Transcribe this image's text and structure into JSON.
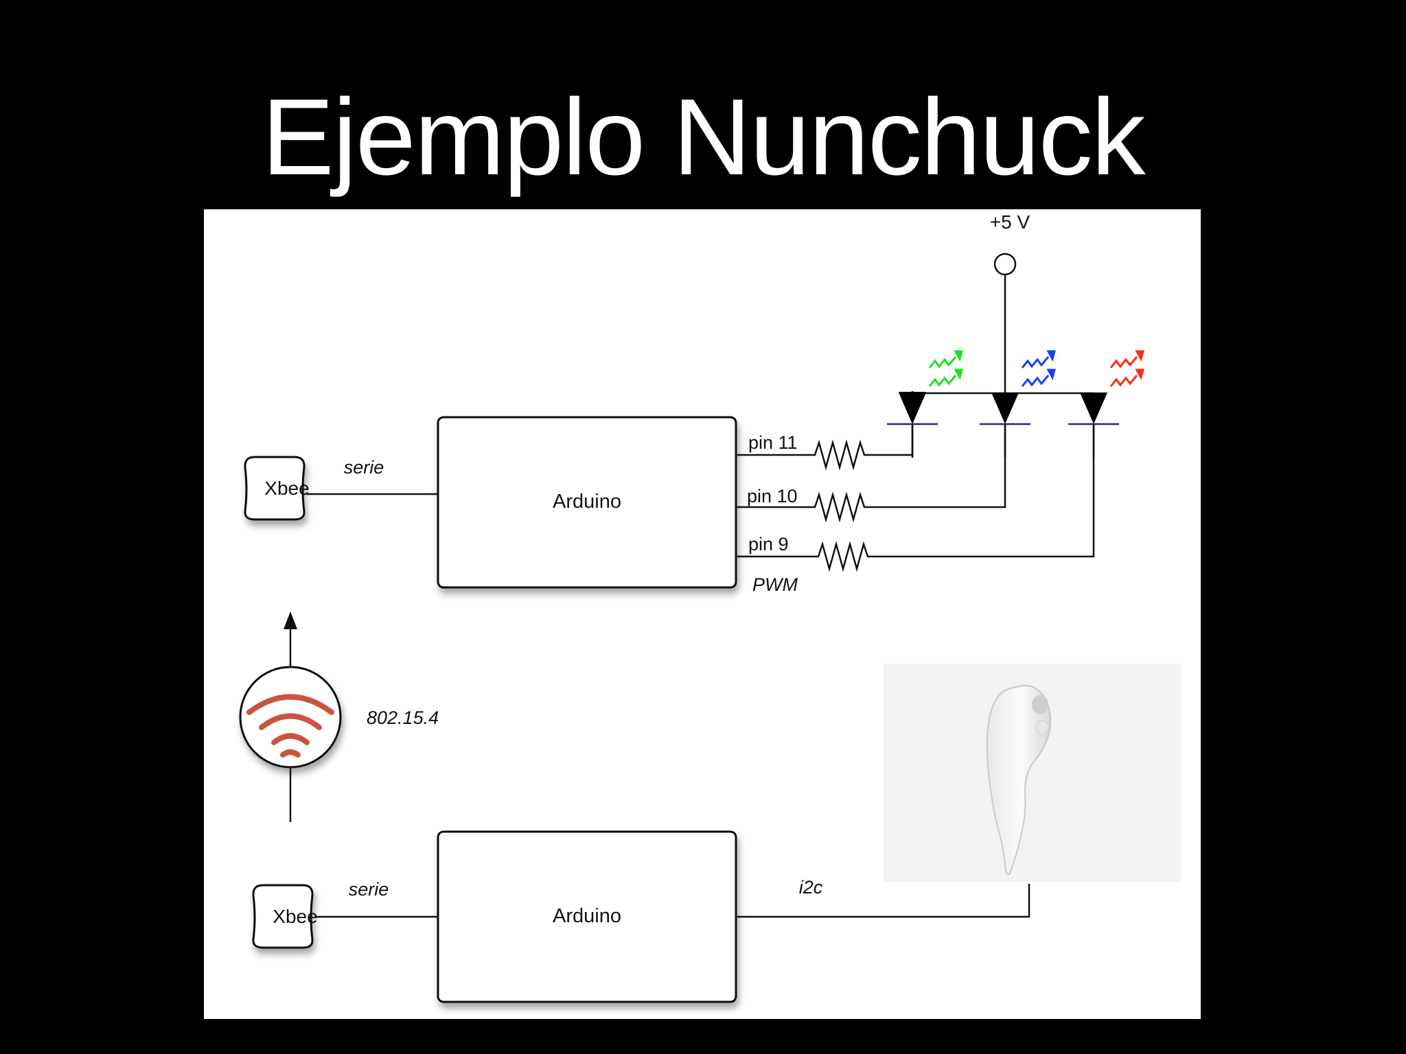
{
  "title": "Ejemplo Nunchuck",
  "diagram": {
    "supply_label": "+5 V",
    "top": {
      "xbee_label": "Xbee",
      "serie_label": "serie",
      "arduino_label": "Arduino",
      "pins": [
        "pin 11",
        "pin 10",
        "pin 9"
      ],
      "pwm_label": "PWM"
    },
    "wireless_label": "802.15.4",
    "bottom": {
      "xbee_label": "Xbee",
      "serie_label": "serie",
      "arduino_label": "Arduino",
      "i2c_label": "i2c"
    },
    "led_colors": [
      "#1ee21e",
      "#1a3cff",
      "#ff2a10"
    ],
    "wifi_color": "#c8553f",
    "device_icon": "nunchuck-controller-icon"
  }
}
